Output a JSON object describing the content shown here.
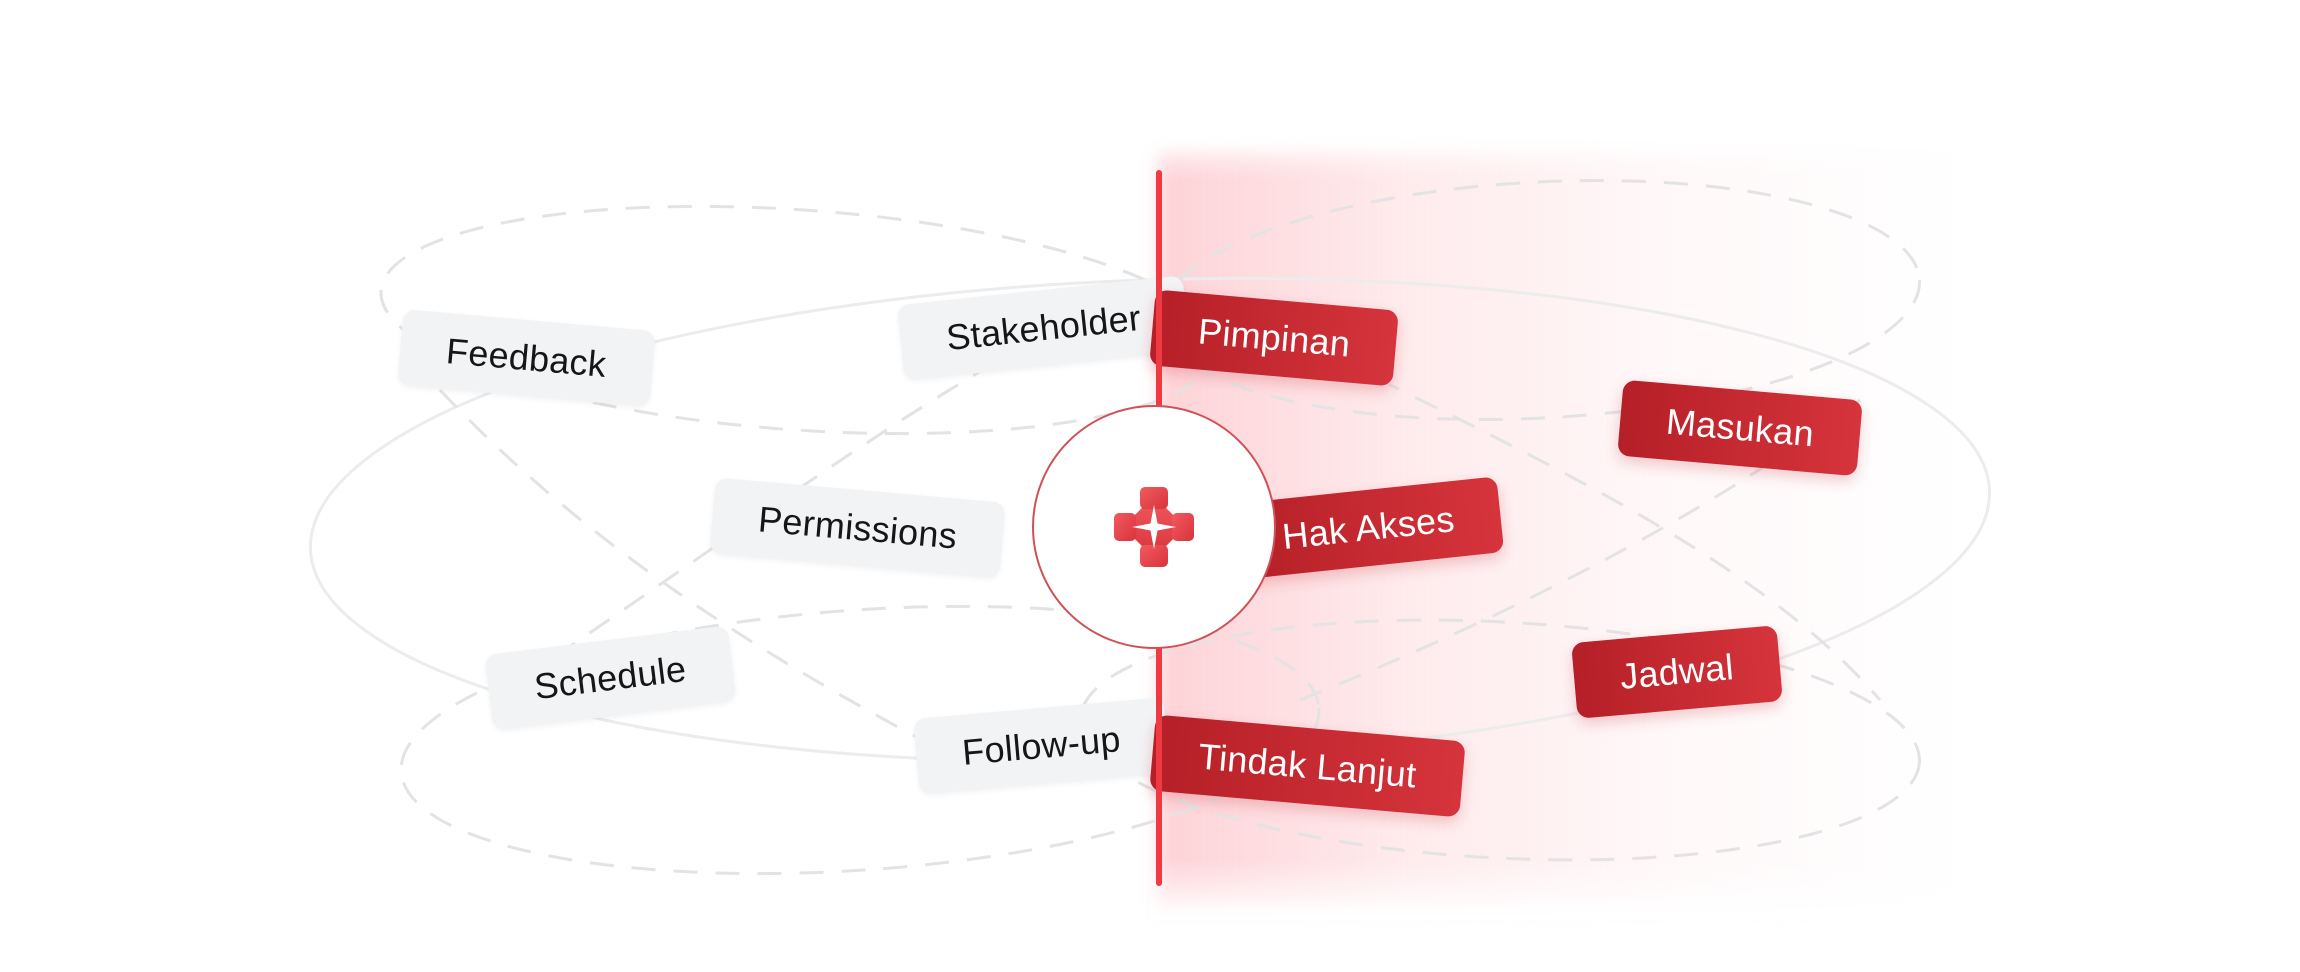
{
  "english_tags": {
    "feedback": "Feedback",
    "stakeholder": "Stakeholder",
    "permissions": "Permissions",
    "schedule": "Schedule",
    "follow_up": "Follow-up"
  },
  "indonesian_tags": {
    "pimpinan": "Pimpinan",
    "masukan": "Masukan",
    "hak_akses": "Hak Akses",
    "jadwal": "Jadwal",
    "tindak_lanjut": "Tindak Lanjut"
  },
  "hub": {
    "icon": "diamond-spark-logo-icon"
  },
  "colors": {
    "accent_red": "#ef3a42",
    "tag_red_dark": "#b51f27",
    "tag_red_light": "#d6343c",
    "tag_light_bg": "#f2f3f5",
    "tag_light_text": "#161616"
  }
}
